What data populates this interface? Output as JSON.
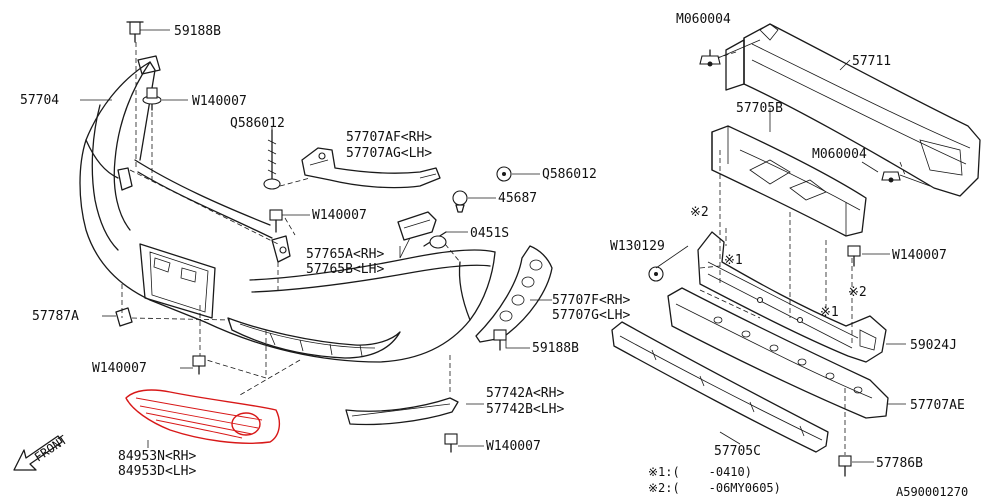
{
  "colors": {
    "line": "#1a1a1a",
    "highlight": "#d81818",
    "background": "#ffffff"
  },
  "labels": {
    "c59188b_top": "59188B",
    "c57704": "57704",
    "w140007_a": "W140007",
    "q586012_a": "Q586012",
    "c57707af": "57707AF<RH>",
    "c57707ag": "57707AG<LH>",
    "q586012_b": "Q586012",
    "c45687": "45687",
    "w140007_b": "W140007",
    "c0451s": "0451S",
    "c57765a": "57765A<RH>",
    "c57765b": "57765B<LH>",
    "c57787a": "57787A",
    "c57707f": "57707F<RH>",
    "c57707g": "57707G<LH>",
    "c59188b_b": "59188B",
    "w140007_c": "W140007",
    "c57742a": "57742A<RH>",
    "c57742b": "57742B<LH>",
    "w140007_d": "W140007",
    "c84953n": "84953N<RH>",
    "c84953d": "84953D<LH>",
    "front": "FRONT",
    "m060004_a": "M060004",
    "c57711": "57711",
    "c57705b": "57705B",
    "m060004_b": "M060004",
    "star2_a": "※2",
    "w130129": "W130129",
    "star1_a": "※1",
    "w140007_e": "W140007",
    "star2_b": "※2",
    "star1_b": "※1",
    "c59024j": "59024J",
    "c57707ae": "57707AE",
    "c57705c": "57705C",
    "c57786b": "57786B",
    "note1": "※1:(    -0410)",
    "note2": "※2:(    -06MY0605)",
    "code": "A590001270"
  }
}
